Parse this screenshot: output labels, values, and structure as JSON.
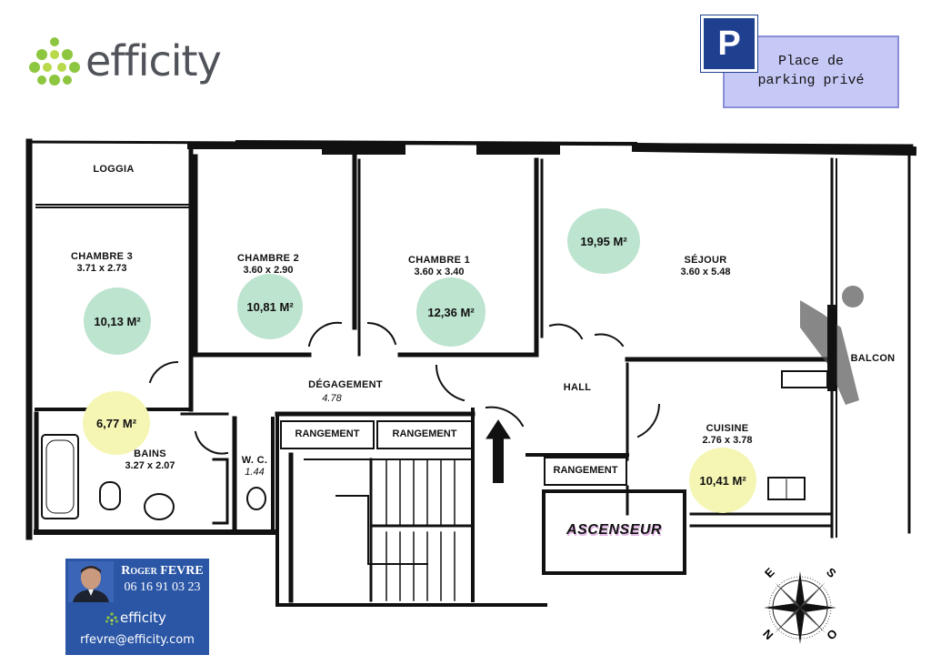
{
  "brand": {
    "name": "efficity",
    "dot_colors": [
      "#8dc63f",
      "#b8d94a"
    ]
  },
  "parking": {
    "sign": "P",
    "line1": "Place de",
    "line2": "parking privé"
  },
  "rooms": {
    "loggia": {
      "label": "LOGGIA"
    },
    "chambre3": {
      "label": "CHAMBRE 3",
      "dims": "3.71 x 2.73",
      "area": "10,13 M²"
    },
    "chambre2": {
      "label": "CHAMBRE 2",
      "dims": "3.60 x 2.90",
      "area": "10,81 M²"
    },
    "chambre1": {
      "label": "CHAMBRE 1",
      "dims": "3.60 x 3.40",
      "area": "12,36 M²"
    },
    "sejour": {
      "label": "SÉJOUR",
      "dims": "3.60 x 5.48",
      "area": "19,95 M²"
    },
    "balcon": {
      "label": "BALCON"
    },
    "degagement": {
      "label": "DÉGAGEMENT",
      "note": "4.78"
    },
    "hall": {
      "label": "HALL"
    },
    "bains": {
      "label": "BAINS",
      "dims": "3.27 x 2.07",
      "area": "6,77 M²"
    },
    "wc": {
      "label": "W. C.",
      "note": "1.44"
    },
    "cuisine": {
      "label": "CUISINE",
      "dims": "2.76 x 3.78",
      "area": "10,41 M²"
    },
    "rangement": {
      "label1": "RANGEMENT",
      "label2": "RANGEMENT",
      "label3": "RANGEMENT"
    },
    "ascenseur": {
      "label": "ASCENSEUR"
    }
  },
  "agent": {
    "name": "Roger FEVRE",
    "phone": "06 16 91 03 23",
    "brand": "efficity",
    "email": "rfevre@efficity.com"
  },
  "compass": {
    "n": "N",
    "e": "E",
    "s": "S",
    "o": "O"
  },
  "colors": {
    "green_area": "#bde4cf",
    "yellow_area": "#f5f6b4",
    "parking_box": "#c6c8f6",
    "parking_sign": "#1f3f8f",
    "agent_card": "#2b56a6"
  }
}
